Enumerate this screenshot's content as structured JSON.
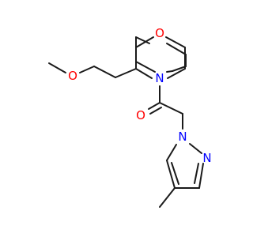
{
  "molecule": {
    "atoms": [
      {
        "id": "O1",
        "symbol": "O",
        "color": "#ff0000"
      },
      {
        "id": "N1",
        "symbol": "N",
        "color": "#0000ff"
      },
      {
        "id": "O2",
        "symbol": "O",
        "color": "#ff0000"
      },
      {
        "id": "O3",
        "symbol": "O",
        "color": "#ff0000"
      },
      {
        "id": "N2",
        "symbol": "N",
        "color": "#0000ff"
      },
      {
        "id": "N3",
        "symbol": "N",
        "color": "#0000ff"
      }
    ],
    "bond_color": "#1a1a1a",
    "background": "#ffffff"
  }
}
